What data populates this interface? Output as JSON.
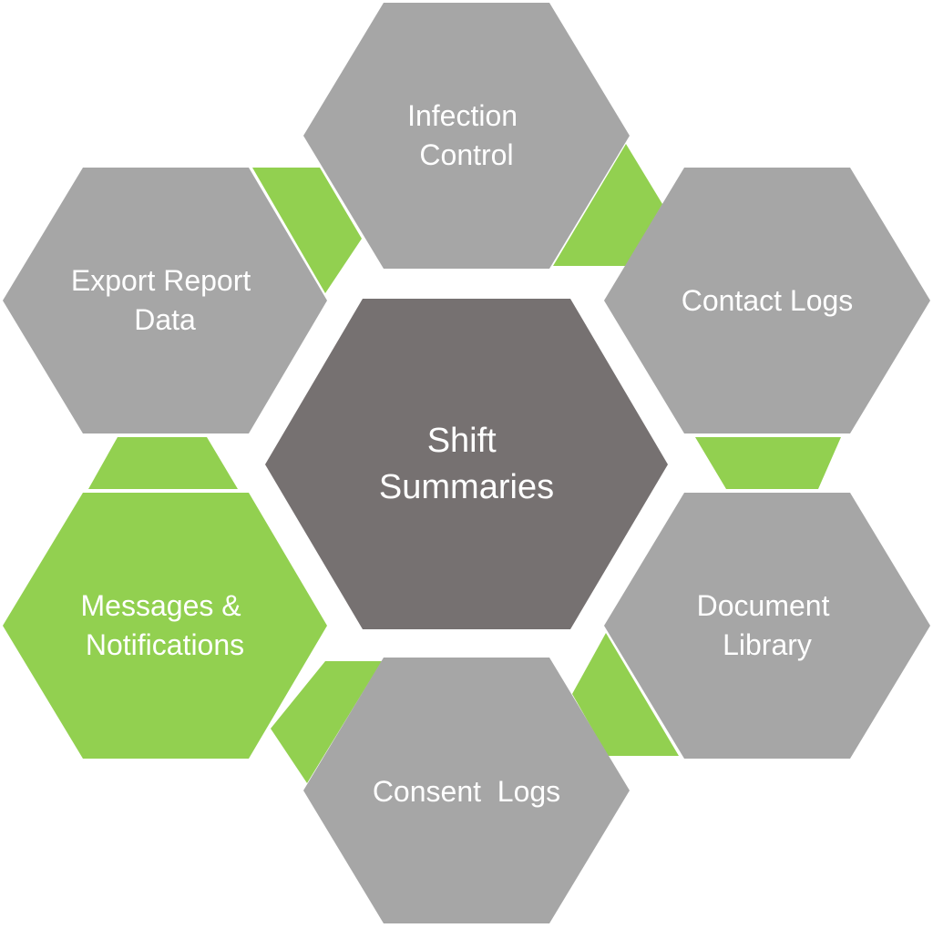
{
  "colors": {
    "outer_hex": "#a6a6a6",
    "center_hex": "#767171",
    "highlight_hex": "#92d050",
    "connector": "#92d050",
    "label": "#ffffff"
  },
  "center": {
    "lines": [
      "Shift",
      "Summaries"
    ]
  },
  "nodes": {
    "infection_control": {
      "lines": [
        "Infection",
        "Control"
      ]
    },
    "contact_logs": {
      "lines": [
        "Contact Logs"
      ]
    },
    "document_library": {
      "lines": [
        "Document",
        "Library"
      ]
    },
    "consent_logs": {
      "lines": [
        "Consent  Logs"
      ]
    },
    "messages_notifications": {
      "lines": [
        "Messages &",
        "Notifications"
      ],
      "highlighted": true
    },
    "export_report_data": {
      "lines": [
        "Export Report",
        "Data"
      ]
    }
  }
}
